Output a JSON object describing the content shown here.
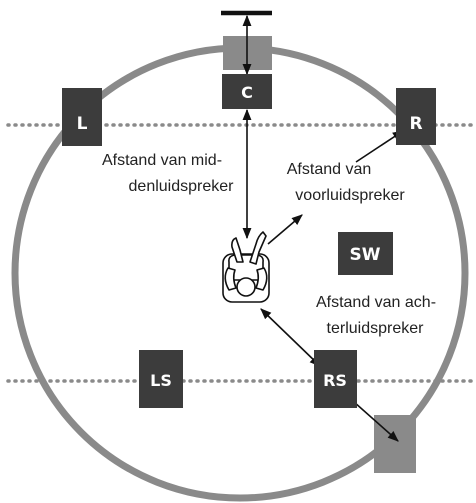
{
  "colors": {
    "ring": "#8a8a8a",
    "speaker": "#3c3c3c",
    "speaker_ghost": "#8a8a8a",
    "dotted_line": "#8a8a8a",
    "arrow": "#111111",
    "tv_bar": "#111111"
  },
  "speakers": {
    "center": "C",
    "left": "L",
    "right": "R",
    "subwoofer": "SW",
    "left_surround": "LS",
    "right_surround": "RS"
  },
  "annotations": {
    "center_distance": [
      "Afstand van mid-",
      "denluidspreker"
    ],
    "front_distance": [
      "Afstand van",
      "voorluidspreker"
    ],
    "rear_distance": [
      "Afstand van ach-",
      "terluidspreker"
    ]
  }
}
